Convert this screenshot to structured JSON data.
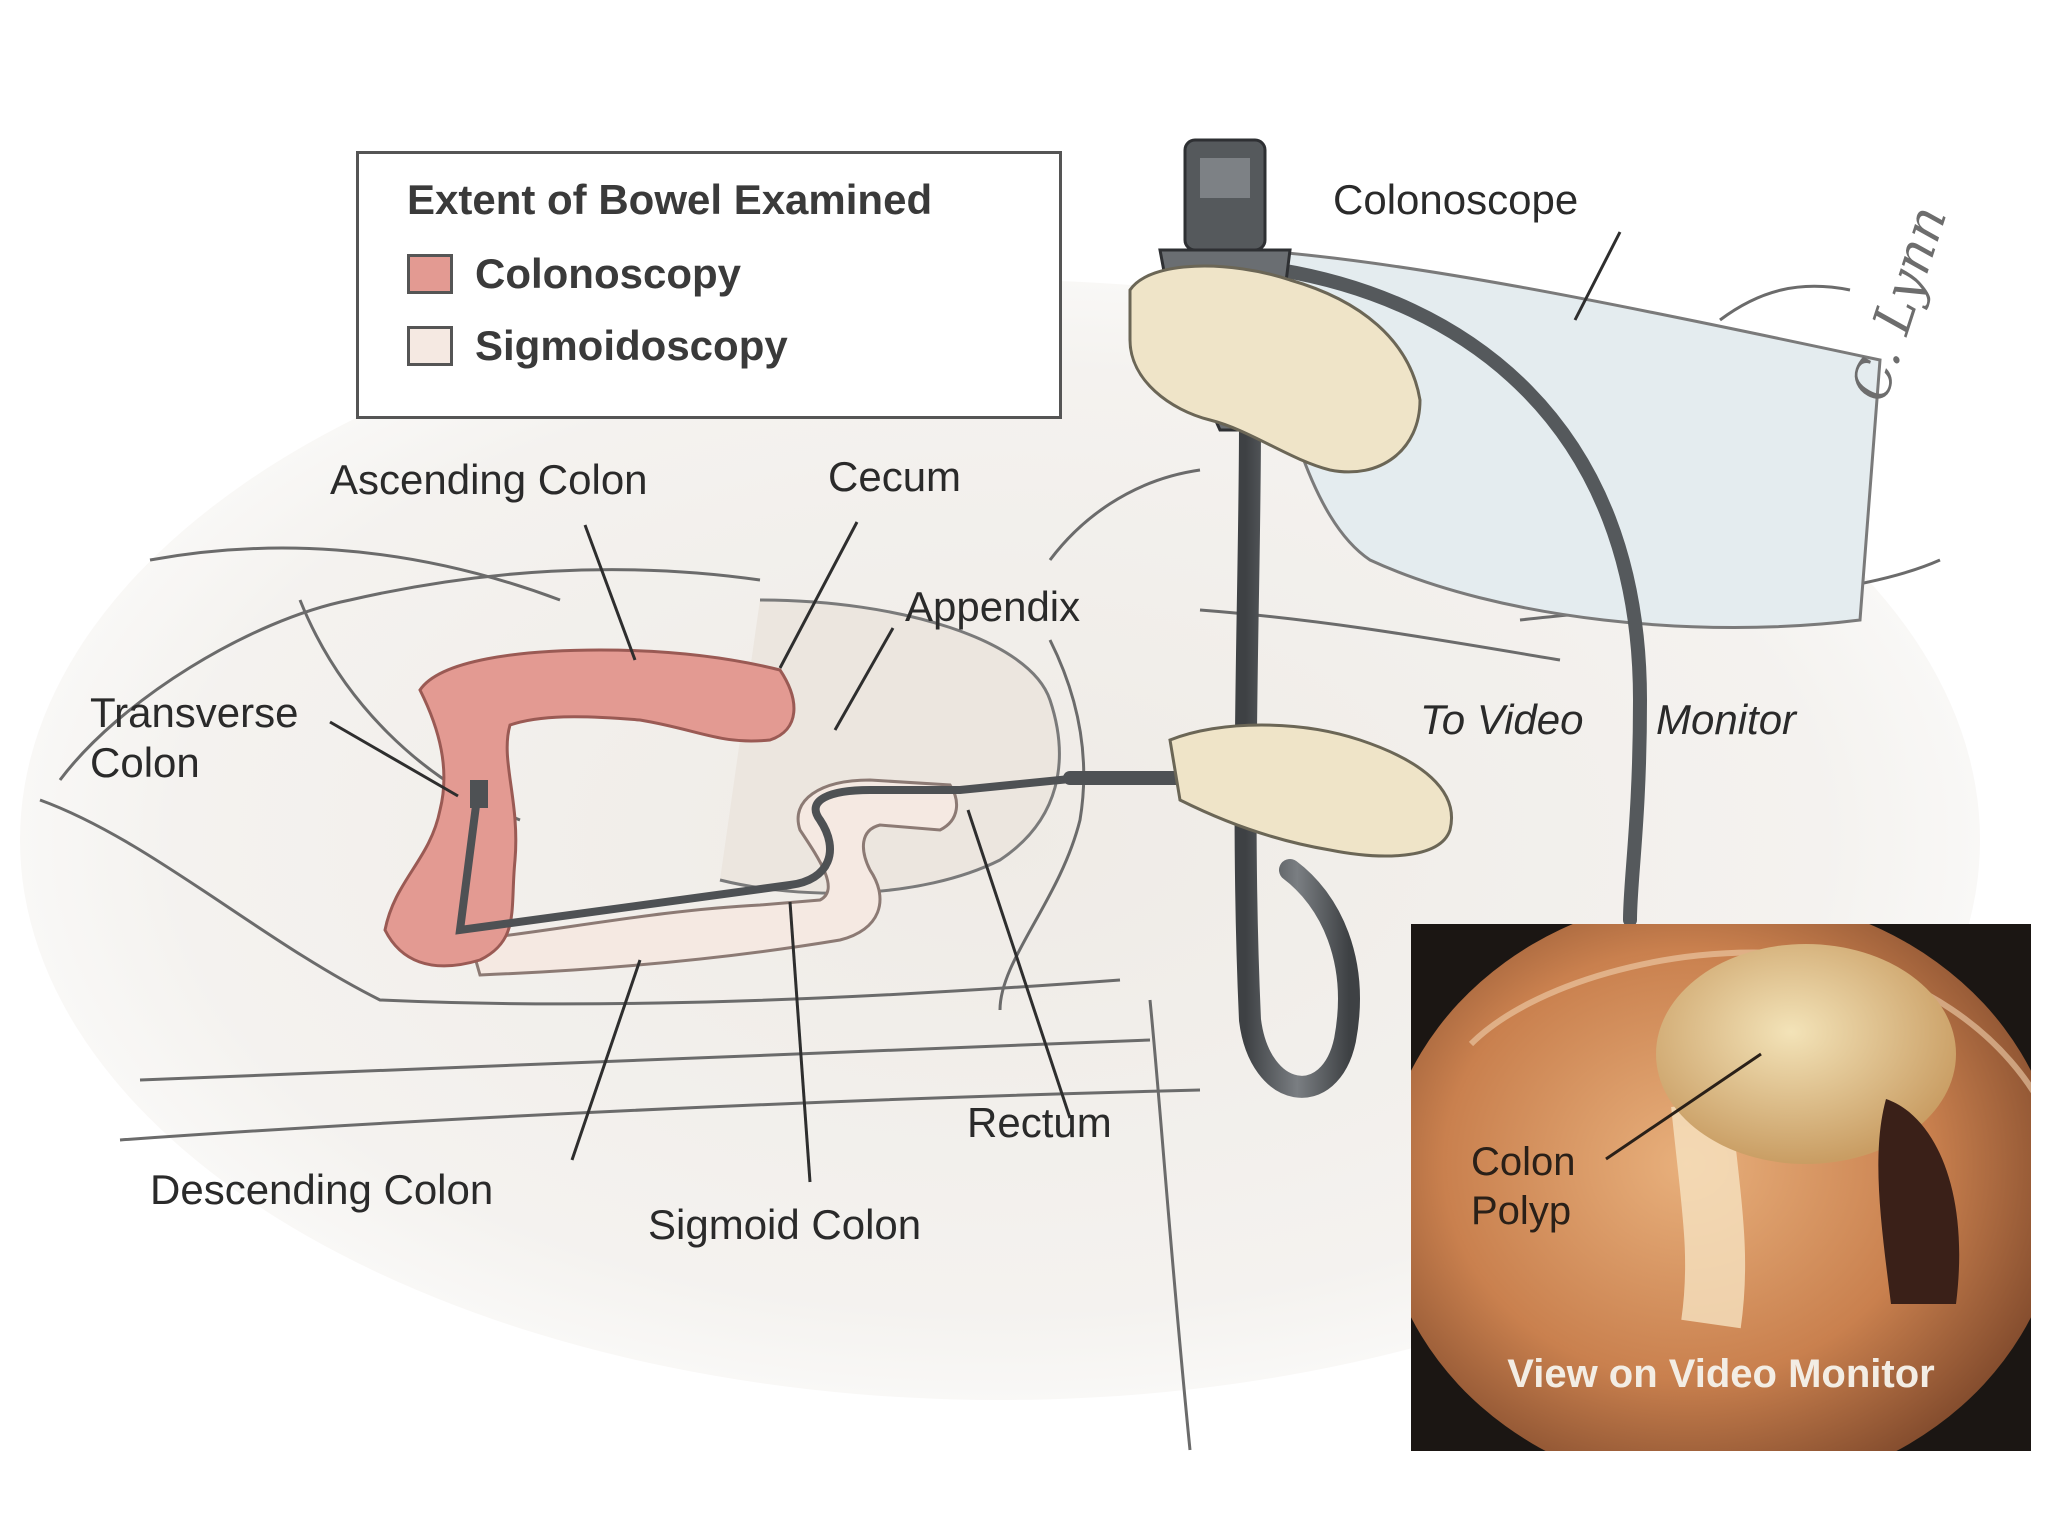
{
  "legend": {
    "title": "Extent of Bowel Examined",
    "items": [
      {
        "label": "Colonoscopy",
        "color": "#e39a92"
      },
      {
        "label": "Sigmoidoscopy",
        "color": "#f5e9e2"
      }
    ]
  },
  "labels": {
    "colonoscope": "Colonoscope",
    "ascending_colon": "Ascending Colon",
    "cecum": "Cecum",
    "appendix": "Appendix",
    "transverse_colon_line1": "Transverse",
    "transverse_colon_line2": "Colon",
    "to_video": "To Video",
    "monitor": "Monitor",
    "rectum": "Rectum",
    "descending_colon": "Descending Colon",
    "sigmoid_colon": "Sigmoid Colon"
  },
  "inset": {
    "polyp_line1": "Colon",
    "polyp_line2": "Polyp",
    "caption": "View on Video Monitor"
  },
  "signature": "C. Lynn",
  "colors": {
    "colon": "#e39a92",
    "sigmoid": "#f5e9e2",
    "scope": "#5a5d60",
    "outline": "#6b6b6b"
  }
}
